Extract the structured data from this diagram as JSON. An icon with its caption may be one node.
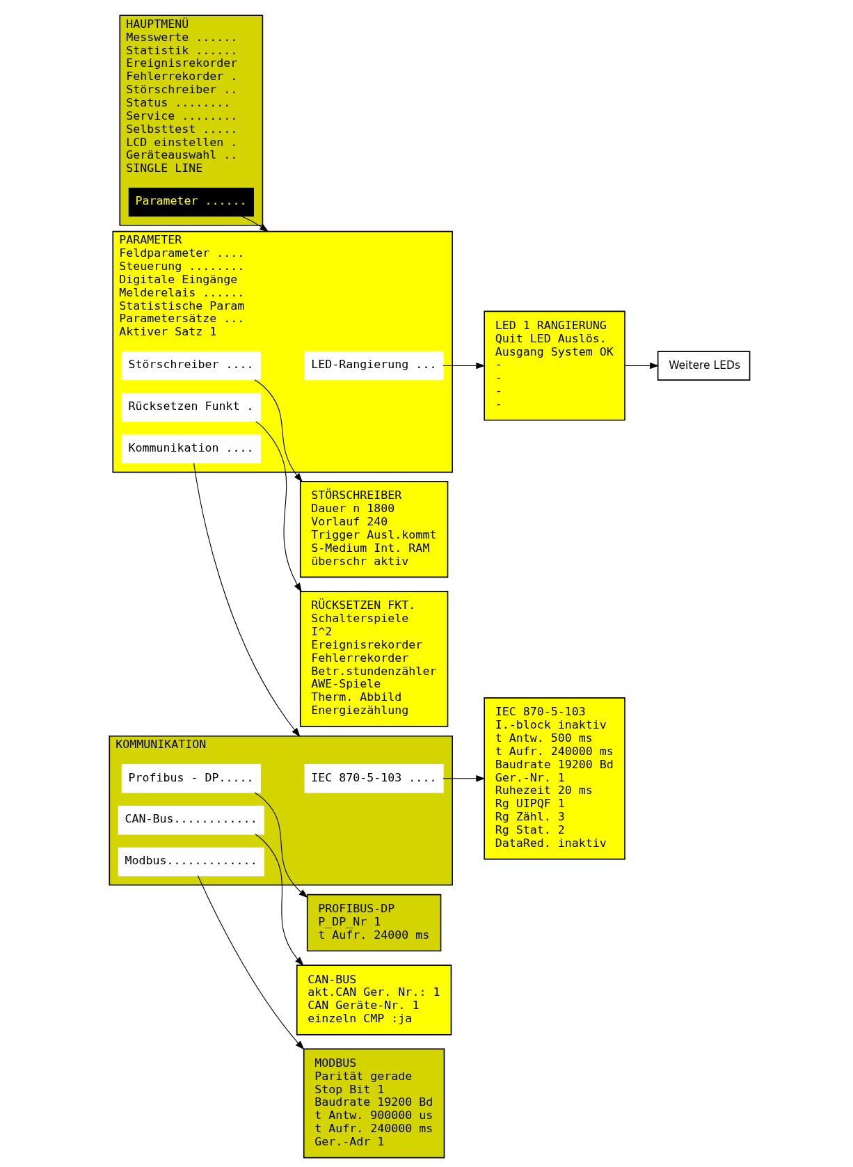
{
  "diagram": {
    "nodes": [
      {
        "text": [
          "HAUPTMENÜ",
          "Messwerte ......",
          "Statistik ......",
          "Ereignisrekorder",
          "Fehlerrekorder .",
          "Störschreiber ..",
          "Status ........",
          "Service ........",
          "Selbsttest .....",
          "LCD einstellen .",
          "Geräteauswahl ..",
          "SINGLE LINE"
        ]
      },
      {
        "text": [
          "Parameter ......"
        ],
        "in": 0
      },
      {
        "text": [
          "PARAMETER",
          "Feldparameter ....",
          "Steuerung ........",
          "Digitale Eingänge",
          "Melderelais ......",
          "Statistische Param",
          "Parametersätze ...",
          "Aktiver Satz 1"
        ]
      },
      {
        "text": [
          "LED-Rangierung ..."
        ],
        "in": 2
      },
      {
        "text": [
          "Störschreiber ...."
        ],
        "in": 2
      },
      {
        "text": [
          "Kommunikation ...."
        ],
        "in": 2
      },
      {
        "text": [
          "Rücksetzen Funkt ."
        ],
        "in": 2
      },
      {
        "text": [
          "RÜCKSETZEN FKT.",
          "Schalterspiele",
          "I^2",
          "Ereignisrekorder",
          "Fehlerrekorder",
          "Betr.stundenzähler",
          "AWE-Spiele",
          "Therm. Abbild",
          "Energiezählung"
        ]
      },
      {
        "text": [
          "KOMMUNIKATION"
        ]
      },
      {
        "text": [
          "IEC 870-5-103 ...."
        ],
        "in": 8
      },
      {
        "text": [
          "Profibus - DP....."
        ],
        "in": 8
      },
      {
        "text": [
          "CAN-Bus............"
        ],
        "in": 8
      },
      {
        "text": [
          "Modbus............."
        ],
        "in": 8
      },
      {
        "text": [
          "STÖRSCHREIBER",
          "Dauer n 1800",
          "Vorlauf 240",
          "Trigger Ausl.kommt",
          "S-Medium Int. RAM",
          "überschr aktiv"
        ]
      },
      {
        "text": [
          "LED 1 RANGIERUNG",
          "Quit LED Auslös.",
          "Ausgang System OK",
          "-",
          "-",
          "-",
          "-"
        ]
      },
      {
        "text": [
          "Weitere LEDs"
        ]
      },
      {
        "text": [
          "MODBUS",
          "Parität gerade",
          "Stop Bit 1",
          "Baudrate 19200 Bd",
          "t Antw. 900000 us",
          "t Aufr. 240000 ms",
          "Ger.-Adr 1"
        ]
      },
      {
        "text": [
          "CAN-BUS",
          "akt.CAN Ger. Nr.: 1",
          "CAN Geräte-Nr. 1",
          "einzeln CMP :ja"
        ]
      },
      {
        "text": [
          "PROFIBUS-DP",
          "P_DP_Nr 1",
          "t Aufr. 24000 ms"
        ]
      },
      {
        "text": [
          "IEC 870-5-103",
          "I.-block inaktiv",
          "t Antw. 500 ms",
          "t Aufr. 240000 ms",
          "Baudrate 19200 Bd",
          "Ger.-Nr. 1",
          "Ruhezeit 20 ms",
          "Rg UIPQF 1",
          "Rg Zähl. 3",
          "Rg Stat. 2",
          "DataRed. inaktiv"
        ]
      }
    ],
    "edges": [
      {
        "from": 1,
        "to": 2,
        "arrow": "to"
      },
      {
        "from": 6,
        "to": 7,
        "arrow": "to"
      },
      {
        "from": 5,
        "to": 8,
        "arrow": "to"
      },
      {
        "from": 4,
        "to": 13,
        "arrow": "to"
      },
      {
        "from": 3,
        "to": 14,
        "arrow": "to"
      },
      {
        "from": 14,
        "to": 15,
        "arrow": "to"
      },
      {
        "from": 12,
        "to": 16,
        "arrow": "to"
      },
      {
        "from": 11,
        "to": 17,
        "arrow": "to"
      },
      {
        "from": 10,
        "to": 18,
        "arrow": "to"
      },
      {
        "from": 9,
        "to": 19,
        "arrow": "to"
      }
    ]
  }
}
